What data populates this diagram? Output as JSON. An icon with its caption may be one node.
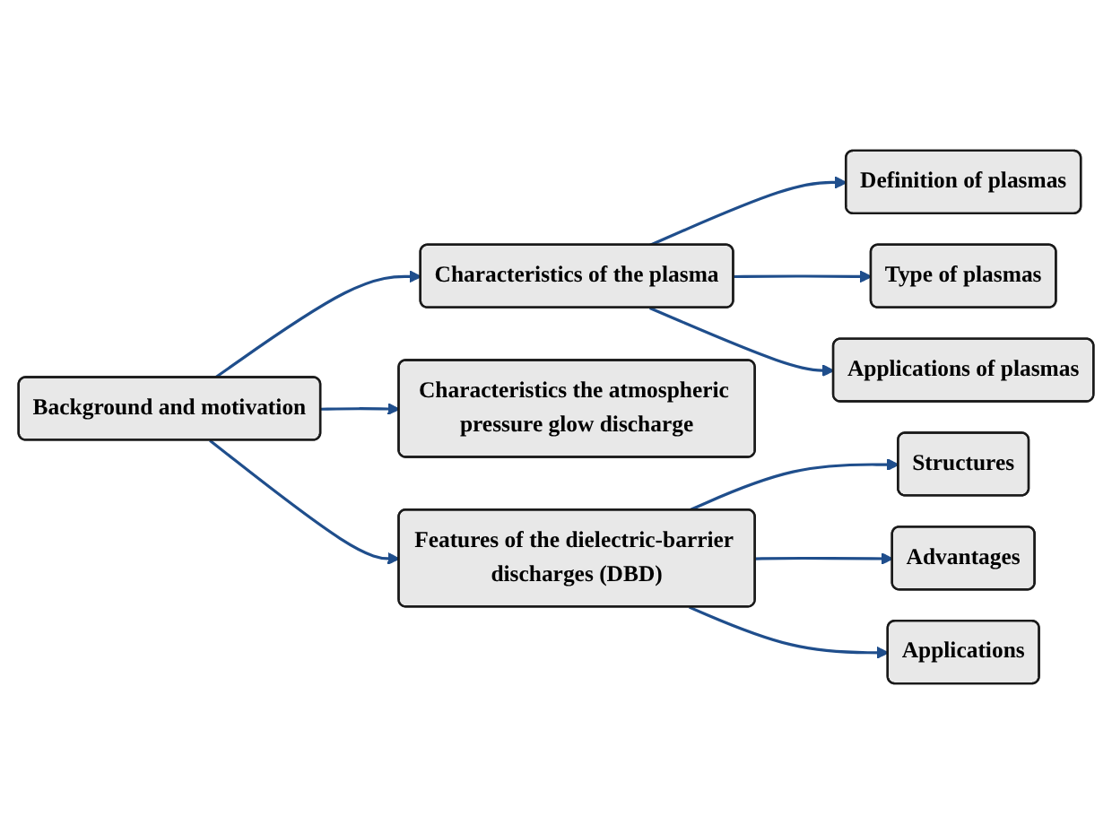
{
  "diagram": {
    "nodes": [
      {
        "text": [
          "Background and motivation"
        ]
      },
      {
        "text": [
          "Characteristics of the plasma"
        ]
      },
      {
        "text": [
          "Definition of plasmas"
        ]
      },
      {
        "text": [
          "Type of plasmas"
        ]
      },
      {
        "text": [
          "Applications of plasmas"
        ]
      },
      {
        "text": [
          "Characteristics the atmospheric pressure glow discharge"
        ]
      },
      {
        "text": [
          "Features of the dielectric-barrier discharges (DBD)"
        ]
      },
      {
        "text": [
          "Structures"
        ]
      },
      {
        "text": [
          "Advantages"
        ]
      },
      {
        "text": [
          "Applications"
        ]
      }
    ],
    "edges": [
      {
        "from": 0,
        "to": 1,
        "arrow": "to"
      },
      {
        "from": 0,
        "to": 5,
        "arrow": "to"
      },
      {
        "from": 0,
        "to": 6,
        "arrow": "to"
      },
      {
        "from": 1,
        "to": 2,
        "arrow": "to"
      },
      {
        "from": 1,
        "to": 3,
        "arrow": "to"
      },
      {
        "from": 1,
        "to": 4,
        "arrow": "to"
      },
      {
        "from": 6,
        "to": 7,
        "arrow": "to"
      },
      {
        "from": 6,
        "to": 8,
        "arrow": "to"
      },
      {
        "from": 6,
        "to": 9,
        "arrow": "to"
      }
    ]
  }
}
